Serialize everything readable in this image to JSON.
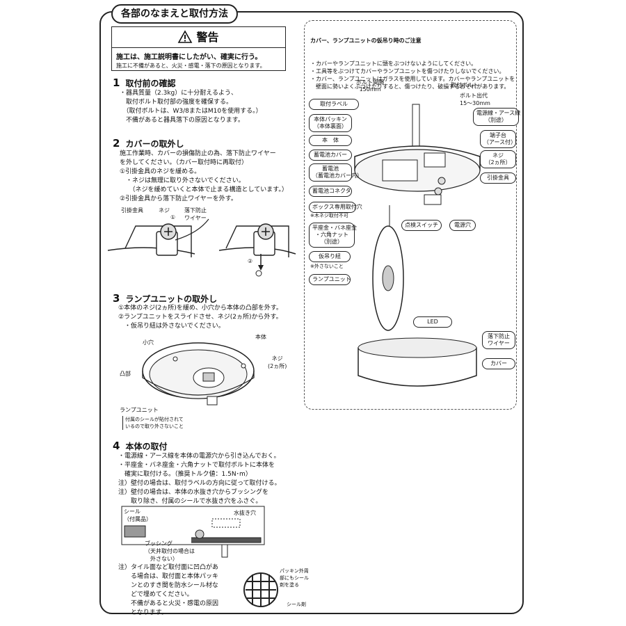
{
  "page_title": "各部のなまえと取付方法",
  "warning": {
    "heading": "警告",
    "line1": "施工は、施工説明書にしたがい、確実に行う。",
    "line2": "施工に不備があると、火災・感電・落下の原因となります。"
  },
  "step1": {
    "num": "1",
    "title": "取付前の確認",
    "body": "・器具質量（2.3kg）に十分耐えるよう、\n　取付ボルト取付部の強度を確保する。\n　（取付ボルトは、W3/8またはM10を使用する。）\n　不備があると器具落下の原因となります。"
  },
  "step2": {
    "num": "2",
    "title": "カバーの取外し",
    "body": "施工作業時、カバーの損傷防止の為、落下防止ワイヤー\nを外してください。（カバー取付時に再取付）\n①引掛金具のネジを緩める。\n　・ネジは無理に取り外さないでください。\n　　（ネジを緩めていくと本体で止まる構造としています。）\n②引掛金具から落下防止ワイヤーを外す。",
    "labels": {
      "hook": "引掛金具",
      "screw": "ネジ",
      "circ1": "①",
      "wire": "落下防止\nワイヤー",
      "circ2": "②"
    }
  },
  "step3": {
    "num": "3",
    "title": "ランプユニットの取外し",
    "body": "①本体のネジ(2ヵ所)を緩め、小穴から本体の凸部を外す。\n②ランプユニットをスライドさせ、ネジ(2ヵ所)から外す。\n　・仮吊り紐は外さないでください。",
    "labels": {
      "hole": "小穴",
      "body": "本体",
      "screw": "ネジ\n(2ヵ所)",
      "boss": "凸部",
      "lamp": "ランプユニット",
      "seal_note": "付属のシールが貼付されて\nいるので取り外さないこと"
    }
  },
  "step4": {
    "num": "4",
    "title": "本体の取付",
    "body": "・電源線・アース線を本体の電源穴から引き込んでおく。\n・平座金・バネ座金・六角ナットで取付ボルトに本体を\n　確実に取付ける。（推奨トルク値：1.5N･m）\n注）壁付の場合は、取付ラベルの方向に従って取付ける。\n注）壁付の場合は、本体の水抜き穴からブッシングを\n　　取り除き、付属のシールで水抜き穴をふさぐ。",
    "labels": {
      "seal": "シール\n（付属品）",
      "drain": "水抜き穴",
      "bushing": "ブッシング\n（天井取付の場合は\n　外さない）"
    },
    "note2": "注）タイル面など取付面に凹凸があ\n　　る場合は、取付面と本体パッキ\n　　ンとのすき間を防水シール材な\n　　どで埋めてください。\n　　不備があると火災・感電の原因\n　　となります。",
    "packing_label": "パッキン外周\n部にもシール\n剤を塗る",
    "sealant_label": "シール剤"
  },
  "caution": {
    "title": "カバー、ランプユニットの仮吊り時のご注意",
    "lines": "・カバーやランプユニットに頭をぶつけないようにしてください。\n・工具等をぶつけてカバーやランプユニットを傷つけたりしないでください。\n・カバー、ランプユニットはガラスを使用しています。カバーやランプユニットを\n　壁面に勢いよくぶつけたりすると、傷つけたり、破損するおそれがあります。"
  },
  "parts": {
    "bolt_pitch": "ボルト間隔\n150mm",
    "bolt": "取付ボルト",
    "bolt_out": "ボルト出代\n15～30mm",
    "label": "取付ラベル",
    "packing": "本体パッキン\n（本体裏面）",
    "body": "本　体",
    "battery_cover": "蓄電池カバー",
    "battery": "蓄電池\n（蓄電池カバー内）",
    "battery_conn": "蓄電池コネクタ",
    "box_hole": "ボックス専用取付穴",
    "box_note": "※木ネジ取付不可",
    "washers": "平座金・バネ座金\n・六角ナット\n（別途）",
    "hanging": "仮吊り紐",
    "hanging_note": "※外さないこと",
    "lamp_unit": "ランプユニット",
    "power_wire": "電源線・アース線\n（別途）",
    "terminal": "端子台\n（アース付）",
    "screw": "ネジ\n（2ヵ所）",
    "hook": "引掛金具",
    "test_switch": "点検スイッチ",
    "power_hole": "電源穴",
    "led": "LED",
    "wire": "落下防止\nワイヤー",
    "cover": "カバー"
  }
}
